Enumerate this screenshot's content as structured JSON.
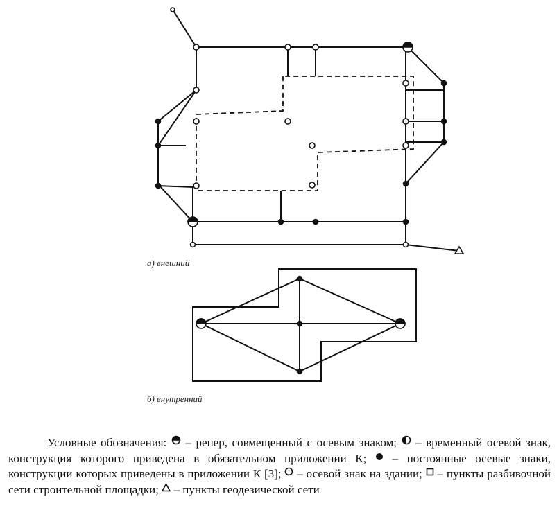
{
  "captions": {
    "a": "а) внешний",
    "b": "б) внутренний"
  },
  "legend": {
    "heading": "Условные обозначения:",
    "items": [
      {
        "icon": "reper-axis-mark-icon",
        "text": "– репер, совмещенный с осевым знаком;"
      },
      {
        "icon": "temporary-axis-mark-icon",
        "text": "– временный осевой знак, конструкция которого приведена в обязательном приложении К;"
      },
      {
        "icon": "permanent-axis-mark-icon",
        "text": "– постоянные осевые знаки, конструкции которых приведены в приложении К [3];"
      },
      {
        "icon": "building-axis-mark-icon",
        "text": "– осевой знак на здании;"
      },
      {
        "icon": "site-grid-point-icon",
        "text": "– пункты разбивочной сети строительной площадки;"
      },
      {
        "icon": "geodetic-point-icon",
        "text": "– пункты геодезической сети"
      }
    ]
  },
  "colors": {
    "ink": "#111111",
    "paper": "#ffffff"
  }
}
